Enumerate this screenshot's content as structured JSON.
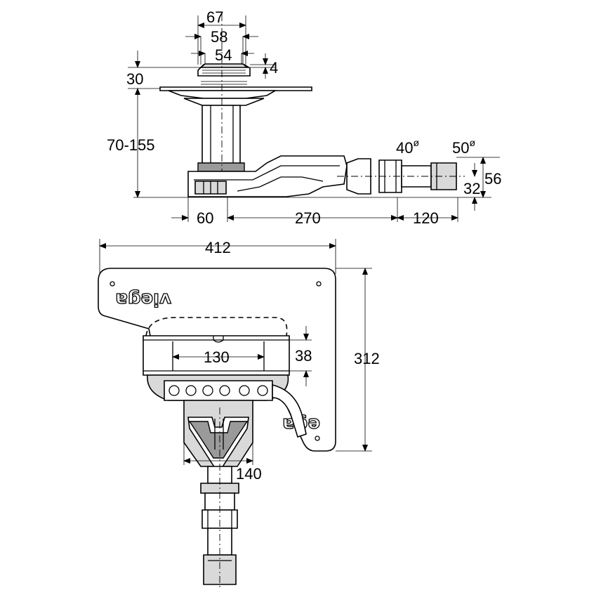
{
  "labels": {
    "d67": "67",
    "d58": "58",
    "d54": "54",
    "d4": "4",
    "d30": "30",
    "d70_155": "70-155",
    "d40": "40",
    "d50": "50",
    "phi": "ø",
    "d56": "56",
    "d32": "32",
    "d60": "60",
    "d270": "270",
    "d120": "120",
    "d412": "412",
    "d312": "312",
    "d130": "130",
    "d38": "38",
    "d140": "140"
  },
  "logo": {
    "brand": "viega",
    "brand_fragment": "ega"
  }
}
